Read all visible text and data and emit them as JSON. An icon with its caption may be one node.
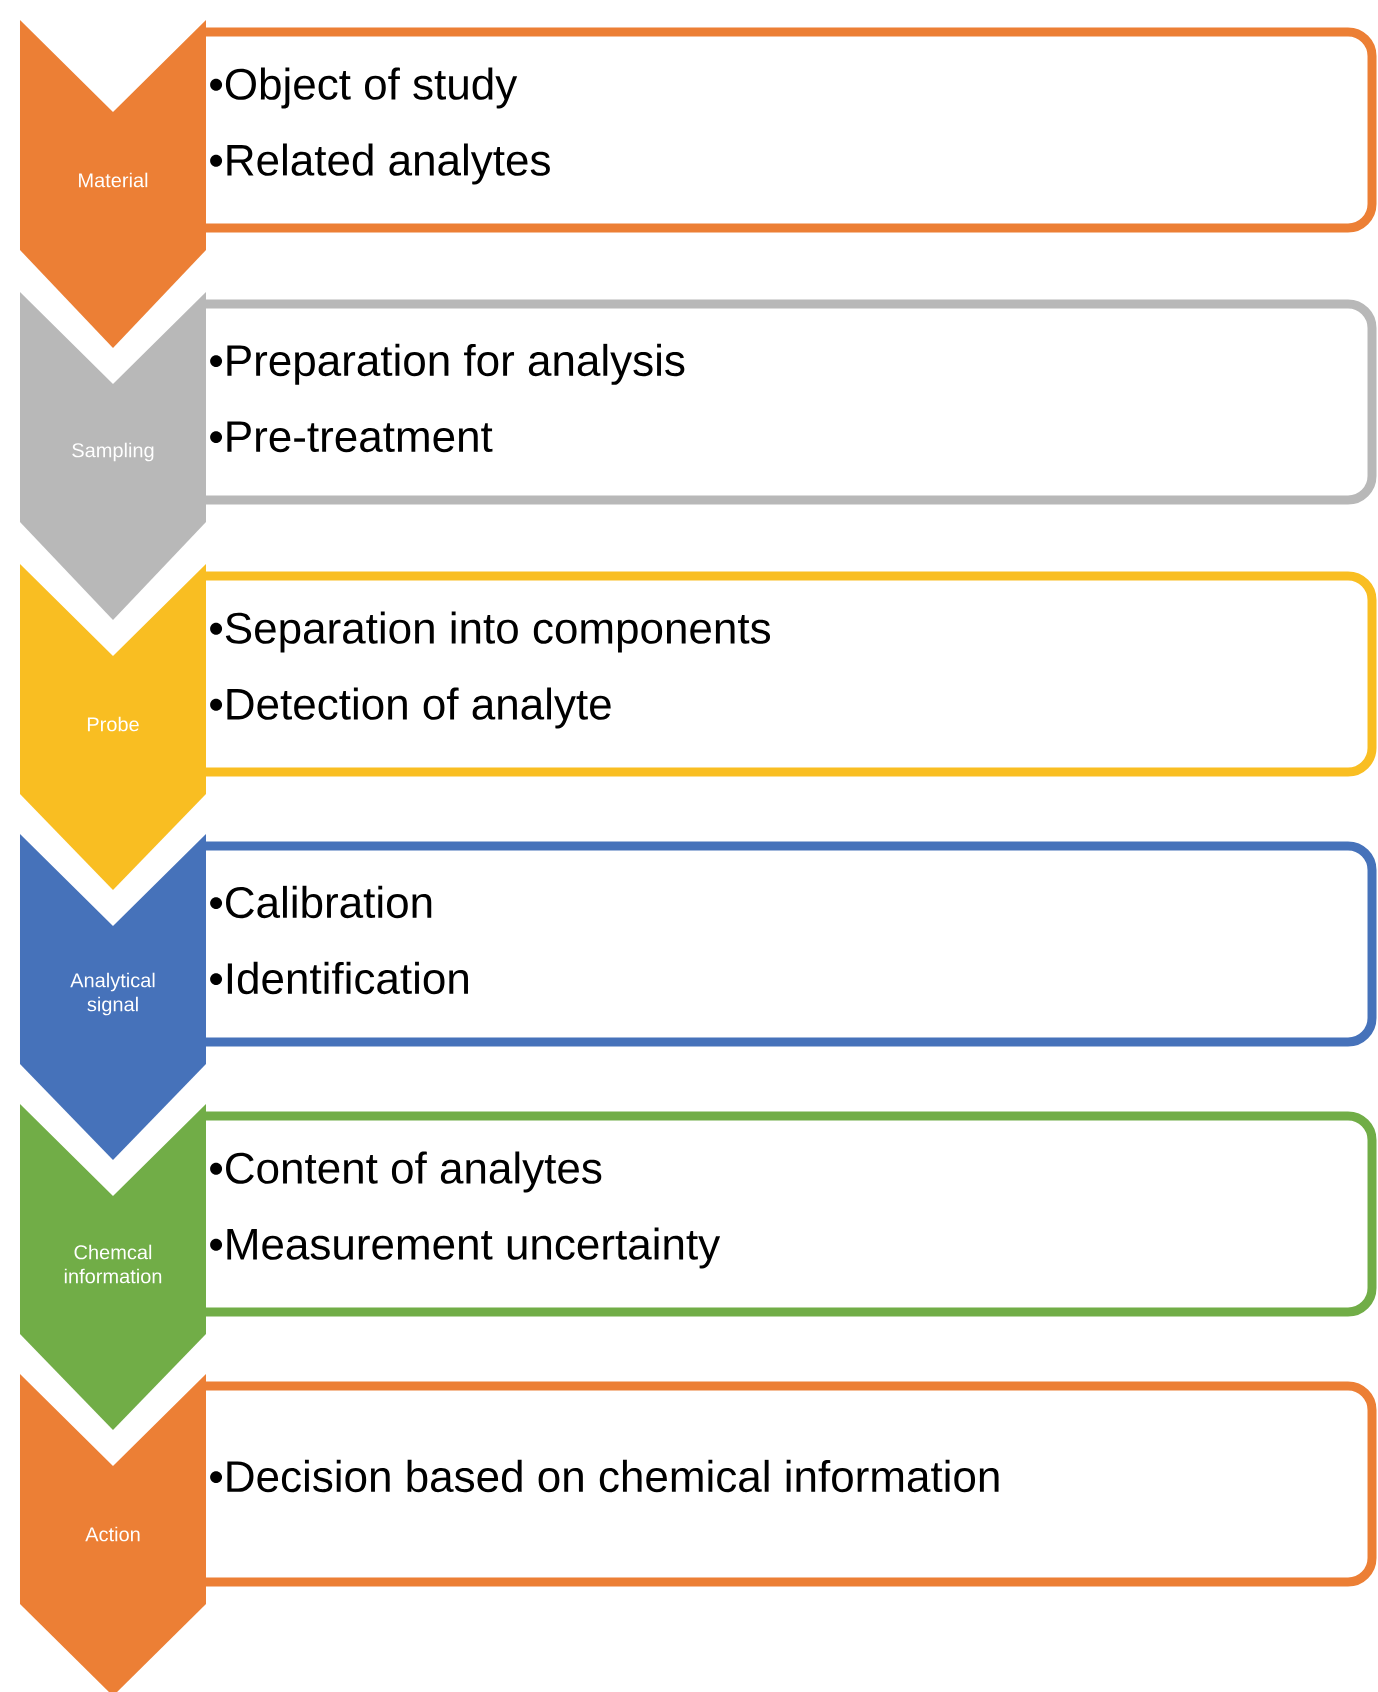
{
  "diagram": {
    "nodes": [
      {
        "text": [
          "Material"
        ]
      },
      {
        "text": [
          "•Object of study",
          "•Related analytes"
        ]
      },
      {
        "text": [
          "Sampling"
        ]
      },
      {
        "text": [
          "•Preparation for analysis",
          "•Pre-treatment"
        ]
      },
      {
        "text": [
          "Probe"
        ]
      },
      {
        "text": [
          "•Separation into components",
          "•Detection of analyte"
        ]
      },
      {
        "text": [
          "Analytical signal"
        ]
      },
      {
        "text": [
          "•Calibration",
          "•Identification"
        ]
      },
      {
        "text": [
          "Chemcal information"
        ]
      },
      {
        "text": [
          "•Content of analytes",
          "•Measurement uncertainty"
        ]
      },
      {
        "text": [
          "Action"
        ]
      },
      {
        "text": [
          "•Decision based on chemical information"
        ]
      }
    ],
    "edges": [
      {
        "from": 0,
        "to": 2,
        "arrow": "to"
      },
      {
        "from": 2,
        "to": 4,
        "arrow": "to"
      },
      {
        "from": 4,
        "to": 6,
        "arrow": "to"
      },
      {
        "from": 6,
        "to": 8,
        "arrow": "to"
      },
      {
        "from": 8,
        "to": 10,
        "arrow": "to"
      },
      {
        "from": 10,
        "to": null,
        "arrow": "to"
      }
    ]
  }
}
